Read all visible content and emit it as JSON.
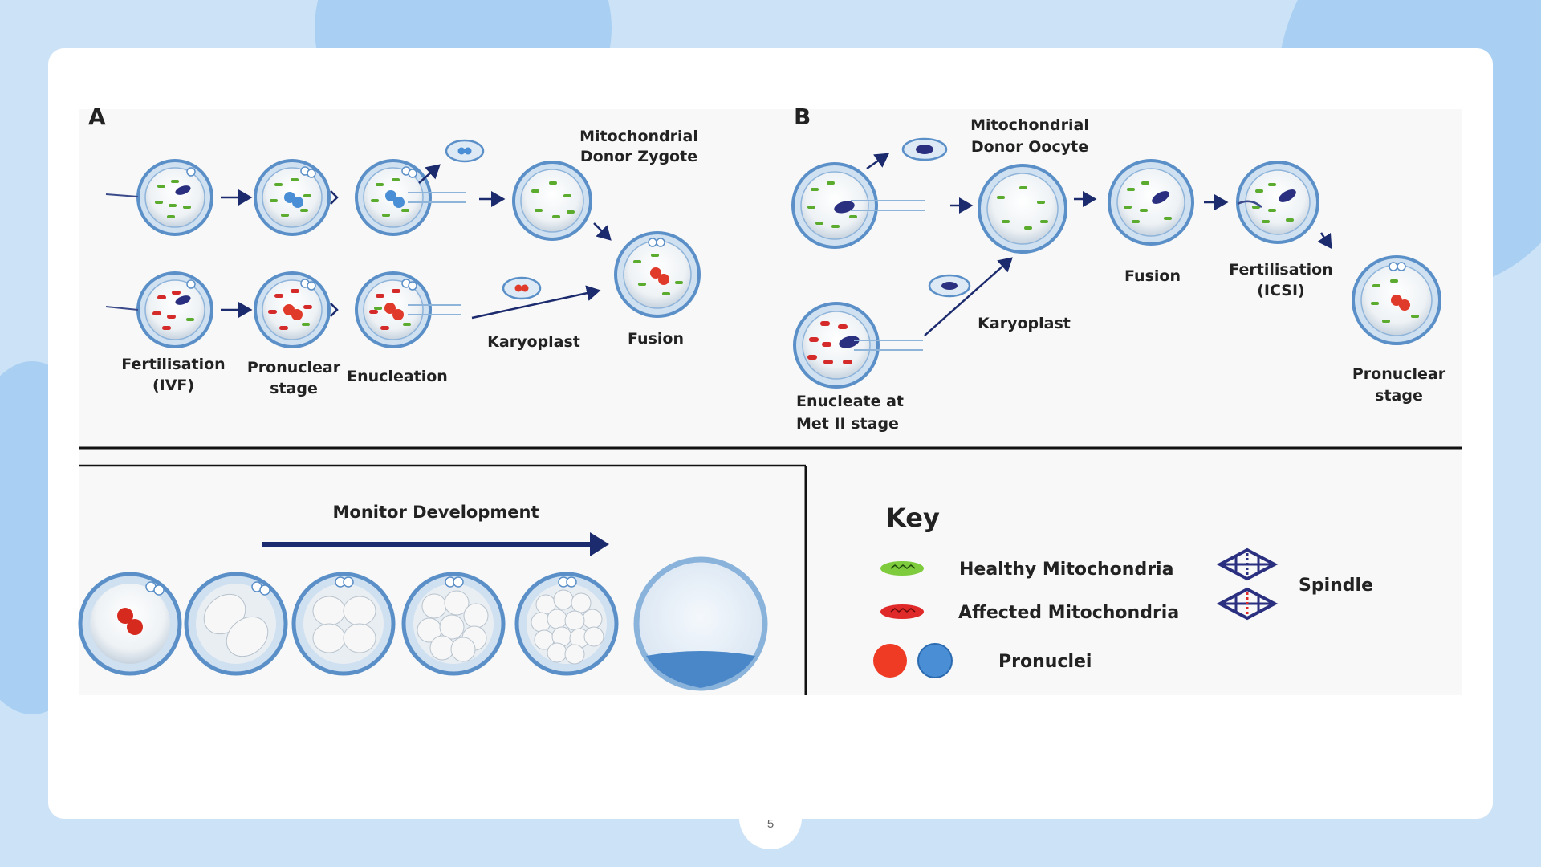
{
  "panel_a": {
    "letter": "A",
    "labels": {
      "fertilisation_1": "Fertilisation",
      "fertilisation_2": "(IVF)",
      "pronuclear_1": "Pronuclear",
      "pronuclear_2": "stage",
      "enucleation": "Enucleation",
      "donor_1": "Mitochondrial",
      "donor_2": "Donor Zygote",
      "karyoplast": "Karyoplast",
      "fusion": "Fusion"
    }
  },
  "panel_b": {
    "letter": "B",
    "labels": {
      "donor_1": "Mitochondrial",
      "donor_2": "Donor Oocyte",
      "fusion": "Fusion",
      "fertilisation_1": "Fertilisation",
      "fertilisation_2": "(ICSI)",
      "karyoplast": "Karyoplast",
      "enucleate_1": "Enucleate at",
      "enucleate_2": "Met II stage",
      "pronuclear_1": "Pronuclear",
      "pronuclear_2": "stage"
    }
  },
  "development": {
    "label": "Monitor Development"
  },
  "key": {
    "title": "Key",
    "healthy": "Healthy Mitochondria",
    "affected": "Affected Mitochondria",
    "pronuclei": "Pronuclei",
    "spindle": "Spindle"
  },
  "colors": {
    "healthy": "#5aab2e",
    "affected": "#d42a2a",
    "pronucleus_red": "#e03a2a",
    "pronucleus_blue": "#4a8fd6",
    "spindle": "#2a2f80",
    "arrow": "#1c2a6e",
    "cell_rim": "#5b8fc8"
  },
  "page_number": "5"
}
